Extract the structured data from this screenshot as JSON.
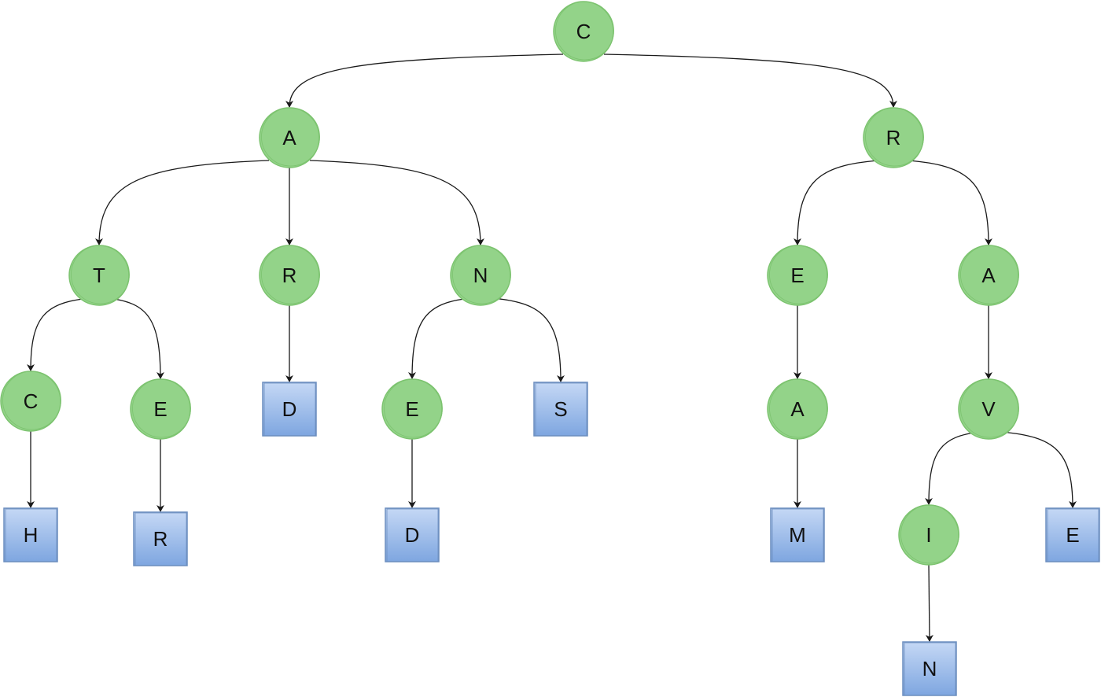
{
  "colors": {
    "internal_fill": "#93d389",
    "internal_stroke": "#7cc36f",
    "leaf_fill_top": "#c5d8f5",
    "leaf_fill_bottom": "#7ea6e0",
    "leaf_stroke": "#6c8ebf",
    "edge": "#1a1a1a"
  },
  "nodes": [
    {
      "id": "n_c_root",
      "label": "C",
      "kind": "internal"
    },
    {
      "id": "n_a",
      "label": "A",
      "kind": "internal"
    },
    {
      "id": "n_r",
      "label": "R",
      "kind": "internal"
    },
    {
      "id": "n_t",
      "label": "T",
      "kind": "internal"
    },
    {
      "id": "n_ar_r",
      "label": "R",
      "kind": "internal"
    },
    {
      "id": "n_n",
      "label": "N",
      "kind": "internal"
    },
    {
      "id": "n_re_e",
      "label": "E",
      "kind": "internal"
    },
    {
      "id": "n_ra_a",
      "label": "A",
      "kind": "internal"
    },
    {
      "id": "n_tc_c",
      "label": "C",
      "kind": "internal"
    },
    {
      "id": "n_te_e",
      "label": "E",
      "kind": "internal"
    },
    {
      "id": "n_ard_d",
      "label": "D",
      "kind": "leaf"
    },
    {
      "id": "n_ne_e",
      "label": "E",
      "kind": "internal"
    },
    {
      "id": "n_ns_s",
      "label": "S",
      "kind": "leaf"
    },
    {
      "id": "n_rea_a",
      "label": "A",
      "kind": "internal"
    },
    {
      "id": "n_rav_v",
      "label": "V",
      "kind": "internal"
    },
    {
      "id": "n_tch_h",
      "label": "H",
      "kind": "leaf"
    },
    {
      "id": "n_ter_r",
      "label": "R",
      "kind": "leaf"
    },
    {
      "id": "n_ned_d",
      "label": "D",
      "kind": "leaf"
    },
    {
      "id": "n_ream_m",
      "label": "M",
      "kind": "leaf"
    },
    {
      "id": "n_ravi_i",
      "label": "I",
      "kind": "internal"
    },
    {
      "id": "n_rave_e",
      "label": "E",
      "kind": "leaf"
    },
    {
      "id": "n_ravin_n",
      "label": "N",
      "kind": "leaf"
    }
  ],
  "edges": [
    {
      "from": "n_c_root",
      "to": "n_a"
    },
    {
      "from": "n_c_root",
      "to": "n_r"
    },
    {
      "from": "n_a",
      "to": "n_t"
    },
    {
      "from": "n_a",
      "to": "n_ar_r"
    },
    {
      "from": "n_a",
      "to": "n_n"
    },
    {
      "from": "n_r",
      "to": "n_re_e"
    },
    {
      "from": "n_r",
      "to": "n_ra_a"
    },
    {
      "from": "n_t",
      "to": "n_tc_c"
    },
    {
      "from": "n_t",
      "to": "n_te_e"
    },
    {
      "from": "n_ar_r",
      "to": "n_ard_d"
    },
    {
      "from": "n_n",
      "to": "n_ne_e"
    },
    {
      "from": "n_n",
      "to": "n_ns_s"
    },
    {
      "from": "n_re_e",
      "to": "n_rea_a"
    },
    {
      "from": "n_ra_a",
      "to": "n_rav_v"
    },
    {
      "from": "n_tc_c",
      "to": "n_tch_h"
    },
    {
      "from": "n_te_e",
      "to": "n_ter_r"
    },
    {
      "from": "n_ne_e",
      "to": "n_ned_d"
    },
    {
      "from": "n_rea_a",
      "to": "n_ream_m"
    },
    {
      "from": "n_rav_v",
      "to": "n_ravi_i"
    },
    {
      "from": "n_rav_v",
      "to": "n_rave_e"
    },
    {
      "from": "n_ravi_i",
      "to": "n_ravin_n"
    }
  ]
}
